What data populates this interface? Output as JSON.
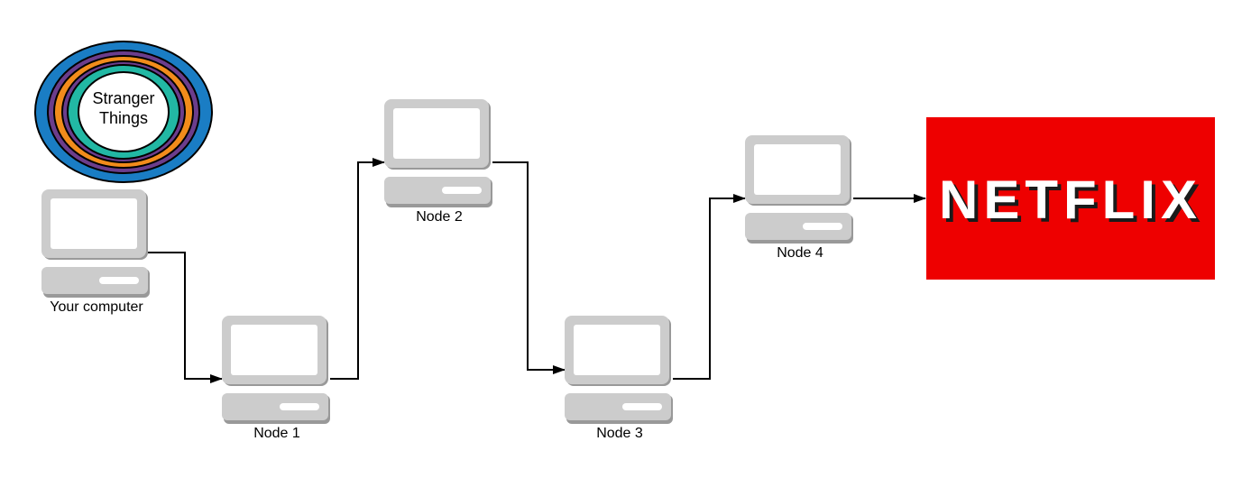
{
  "onion": {
    "label_line1": "Stranger",
    "label_line2": "Things",
    "ring_colors": [
      "#1a7dc4",
      "#6b3d8c",
      "#f28c1b",
      "#6b3d8c",
      "#22b8a4",
      "#ffffff"
    ]
  },
  "nodes": [
    {
      "id": "your-computer",
      "label": "Your computer"
    },
    {
      "id": "node-1",
      "label": "Node 1"
    },
    {
      "id": "node-2",
      "label": "Node 2"
    },
    {
      "id": "node-3",
      "label": "Node 3"
    },
    {
      "id": "node-4",
      "label": "Node 4"
    }
  ],
  "destination": {
    "label": "NETFLIX",
    "background_color": "#ee0000",
    "text_color": "#ffffff",
    "shadow_color": "#1a1a1a"
  },
  "colors": {
    "computer_frame": "#cccccc",
    "computer_screen": "#ffffff",
    "computer_base_shadow": "#999999",
    "connector": "#000000"
  }
}
